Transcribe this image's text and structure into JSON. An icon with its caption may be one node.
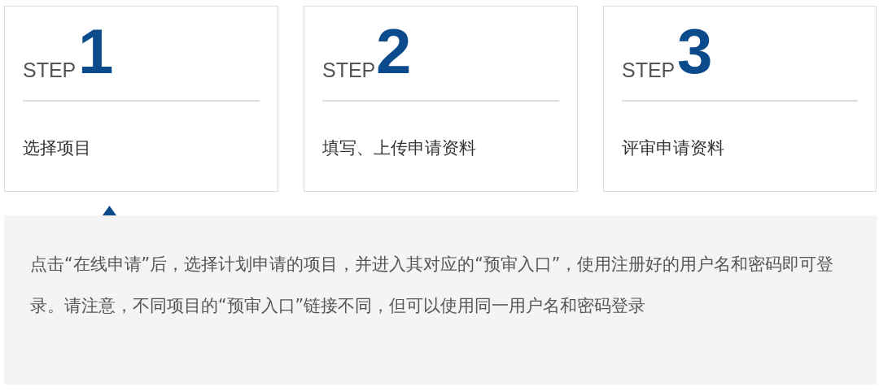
{
  "diagram": {
    "nodes": [
      {
        "text": [
          "STEP",
          "1",
          "选择项目"
        ]
      },
      {
        "text": [
          "STEP",
          "2",
          "填写、上传申请资料"
        ]
      },
      {
        "text": [
          "STEP",
          "3",
          "评审申请资料"
        ]
      },
      {
        "text": [
          "点击“在线申请”后，选择计划申请的项目，并进入其对应的“预审入口”，使用注册好的用户名和密码即可登录。请注意，不同项目的“预审入口”链接不同，但可以使用同一用户名和密码登录"
        ]
      }
    ]
  }
}
